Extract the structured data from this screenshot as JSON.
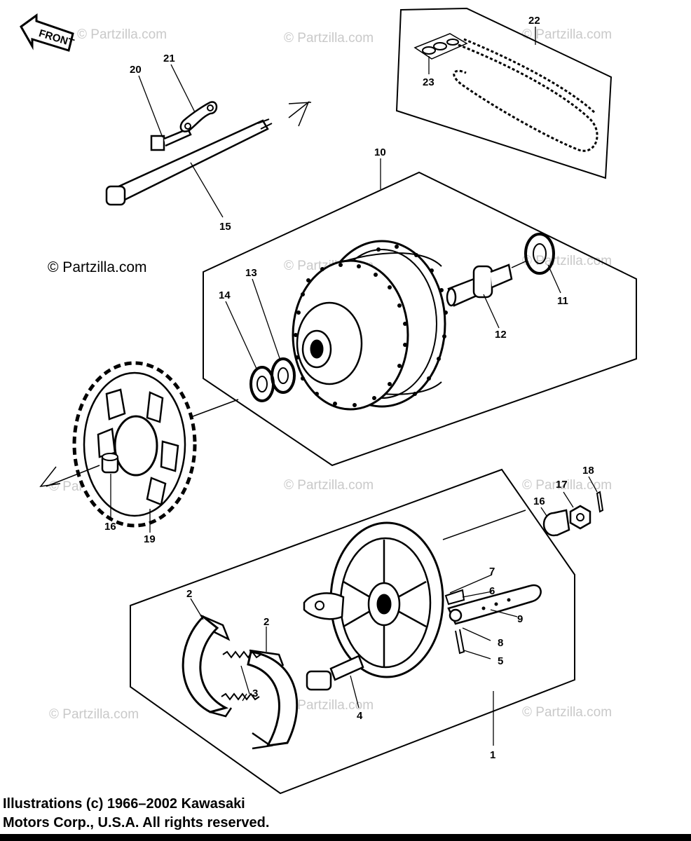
{
  "front_label": "FRONT",
  "callouts": {
    "c1": "1",
    "c2a": "2",
    "c2b": "2",
    "c3": "3",
    "c4": "4",
    "c5": "5",
    "c6": "6",
    "c7": "7",
    "c8": "8",
    "c9": "9",
    "c10": "10",
    "c11": "11",
    "c12": "12",
    "c13": "13",
    "c14": "14",
    "c15": "15",
    "c16a": "16",
    "c16b": "16",
    "c17": "17",
    "c18": "18",
    "c19": "19",
    "c20": "20",
    "c21": "21",
    "c22": "22",
    "c23": "23"
  },
  "watermark": "© Partzilla.com",
  "copyright": {
    "line1": "Illustrations (c) 1966–2002 Kawasaki",
    "line2": "Motors Corp., U.S.A.  All rights reserved."
  }
}
